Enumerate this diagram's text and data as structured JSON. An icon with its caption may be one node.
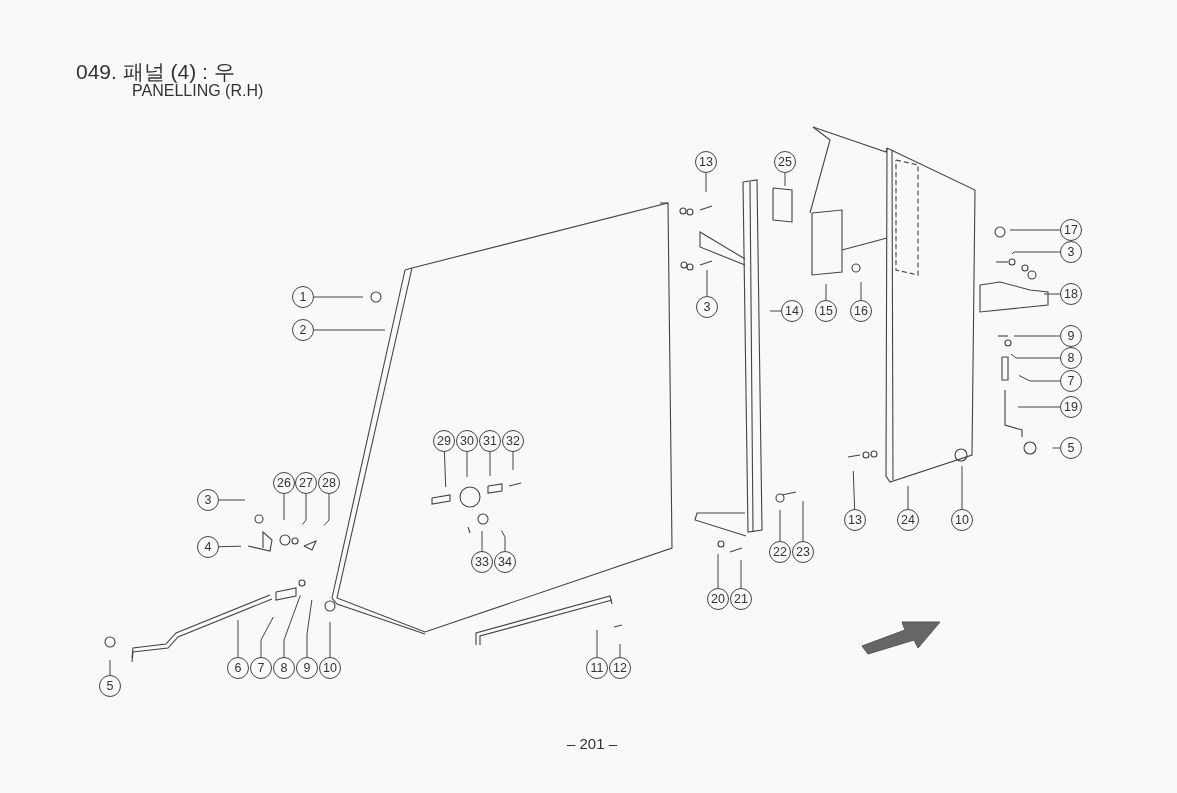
{
  "diagram": {
    "title": "049. 패널 (4) : 우",
    "nodes": [
      {
        "text": [
          "13"
        ]
      },
      {
        "text": [
          "25"
        ]
      },
      {
        "text": [
          "17"
        ]
      },
      {
        "text": [
          "3"
        ]
      },
      {
        "text": [
          "18"
        ]
      },
      {
        "text": [
          "1"
        ]
      },
      {
        "text": [
          "3"
        ]
      },
      {
        "text": [
          "14"
        ]
      },
      {
        "text": [
          "15"
        ]
      },
      {
        "text": [
          "16"
        ]
      },
      {
        "text": [
          "2"
        ]
      },
      {
        "text": [
          "9"
        ]
      },
      {
        "text": [
          "8"
        ]
      },
      {
        "text": [
          "7"
        ]
      },
      {
        "text": [
          "19"
        ]
      },
      {
        "text": [
          "29"
        ]
      },
      {
        "text": [
          "30"
        ]
      },
      {
        "text": [
          "31"
        ]
      },
      {
        "text": [
          "32"
        ]
      },
      {
        "text": [
          "5"
        ]
      },
      {
        "text": [
          "26"
        ]
      },
      {
        "text": [
          "27"
        ]
      },
      {
        "text": [
          "28"
        ]
      },
      {
        "text": [
          "3"
        ]
      },
      {
        "text": [
          "13"
        ]
      },
      {
        "text": [
          "24"
        ]
      },
      {
        "text": [
          "10"
        ]
      },
      {
        "text": [
          "4"
        ]
      },
      {
        "text": [
          "22"
        ]
      },
      {
        "text": [
          "23"
        ]
      },
      {
        "text": [
          "33"
        ]
      },
      {
        "text": [
          "34"
        ]
      },
      {
        "text": [
          "20"
        ]
      },
      {
        "text": [
          "21"
        ]
      },
      {
        "text": [
          "6"
        ]
      },
      {
        "text": [
          "7"
        ]
      },
      {
        "text": [
          "8"
        ]
      },
      {
        "text": [
          "9"
        ]
      },
      {
        "text": [
          "10"
        ]
      },
      {
        "text": [
          "11"
        ]
      },
      {
        "text": [
          "12"
        ]
      },
      {
        "text": [
          "5"
        ]
      }
    ],
    "edges": [
      {
        "from": 0,
        "to": null,
        "arrow": "none"
      },
      {
        "from": 1,
        "to": null,
        "arrow": "none"
      },
      {
        "from": 2,
        "to": null,
        "arrow": "none"
      },
      {
        "from": 3,
        "to": null,
        "arrow": "none"
      },
      {
        "from": 4,
        "to": null,
        "arrow": "none"
      },
      {
        "from": 5,
        "to": null,
        "arrow": "none"
      },
      {
        "from": 6,
        "to": null,
        "arrow": "none"
      },
      {
        "from": 7,
        "to": null,
        "arrow": "none"
      },
      {
        "from": 8,
        "to": null,
        "arrow": "none"
      },
      {
        "from": 9,
        "to": null,
        "arrow": "none"
      },
      {
        "from": 10,
        "to": null,
        "arrow": "none"
      },
      {
        "from": 11,
        "to": null,
        "arrow": "none"
      },
      {
        "from": 12,
        "to": null,
        "arrow": "none"
      },
      {
        "from": 13,
        "to": null,
        "arrow": "none"
      },
      {
        "from": 14,
        "to": null,
        "arrow": "none"
      },
      {
        "from": 15,
        "to": null,
        "arrow": "none"
      },
      {
        "from": 16,
        "to": null,
        "arrow": "none"
      },
      {
        "from": 17,
        "to": null,
        "arrow": "none"
      },
      {
        "from": 18,
        "to": null,
        "arrow": "none"
      },
      {
        "from": 19,
        "to": null,
        "arrow": "none"
      },
      {
        "from": 20,
        "to": null,
        "arrow": "none"
      },
      {
        "from": 21,
        "to": null,
        "arrow": "none"
      },
      {
        "from": 22,
        "to": null,
        "arrow": "none"
      },
      {
        "from": 23,
        "to": null,
        "arrow": "none"
      },
      {
        "from": 24,
        "to": null,
        "arrow": "none"
      },
      {
        "from": 25,
        "to": null,
        "arrow": "none"
      },
      {
        "from": 26,
        "to": null,
        "arrow": "none"
      },
      {
        "from": 27,
        "to": null,
        "arrow": "none"
      },
      {
        "from": 28,
        "to": null,
        "arrow": "none"
      },
      {
        "from": 29,
        "to": null,
        "arrow": "none"
      },
      {
        "from": 30,
        "to": null,
        "arrow": "none"
      },
      {
        "from": 31,
        "to": null,
        "arrow": "none"
      },
      {
        "from": 32,
        "to": null,
        "arrow": "none"
      },
      {
        "from": 33,
        "to": null,
        "arrow": "none"
      },
      {
        "from": 34,
        "to": null,
        "arrow": "none"
      },
      {
        "from": 35,
        "to": null,
        "arrow": "none"
      },
      {
        "from": 36,
        "to": null,
        "arrow": "none"
      },
      {
        "from": 37,
        "to": null,
        "arrow": "none"
      },
      {
        "from": 38,
        "to": null,
        "arrow": "none"
      },
      {
        "from": 39,
        "to": null,
        "arrow": "none"
      },
      {
        "from": 40,
        "to": null,
        "arrow": "none"
      },
      {
        "from": 41,
        "to": null,
        "arrow": "none"
      }
    ],
    "labels": [
      "PANELLING (R.H)",
      "– 201 –"
    ]
  }
}
